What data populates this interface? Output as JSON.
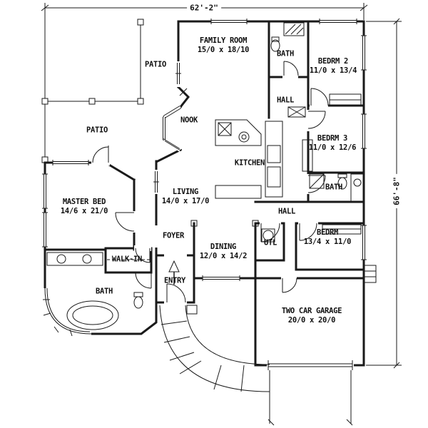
{
  "plan": {
    "title": "house floor plan",
    "colors": {
      "line": "#1a1a1a",
      "background": "#ffffff"
    }
  },
  "dimensions": {
    "width": "62'-2\"",
    "height": "66'-8\""
  },
  "rooms": [
    {
      "name": "PATIO",
      "size": ""
    },
    {
      "name": "FAMILY ROOM",
      "size": "15/0 x 18/10"
    },
    {
      "name": "BATH",
      "size": ""
    },
    {
      "name": "BEDRM 2",
      "size": "11/0 x 13/4"
    },
    {
      "name": "HALL",
      "size": ""
    },
    {
      "name": "NOOK",
      "size": ""
    },
    {
      "name": "PATIO",
      "size": ""
    },
    {
      "name": "KITCHEN",
      "size": ""
    },
    {
      "name": "BEDRM 3",
      "size": "11/0 x 12/6"
    },
    {
      "name": "MASTER BED",
      "size": "14/6 x 21/0"
    },
    {
      "name": "LIVING",
      "size": "14/0 x 17/0"
    },
    {
      "name": "BATH",
      "size": ""
    },
    {
      "name": "HALL",
      "size": ""
    },
    {
      "name": "FOYER",
      "size": ""
    },
    {
      "name": "DINING",
      "size": "12/0 x 14/2"
    },
    {
      "name": "UTL",
      "size": ""
    },
    {
      "name": "BEDRM",
      "size": "13/4 x 11/0"
    },
    {
      "name": "WALK-IN",
      "size": ""
    },
    {
      "name": "ENTRY",
      "size": ""
    },
    {
      "name": "BATH",
      "size": ""
    },
    {
      "name": "TWO CAR GARAGE",
      "size": "20/0 x 20/0"
    }
  ]
}
